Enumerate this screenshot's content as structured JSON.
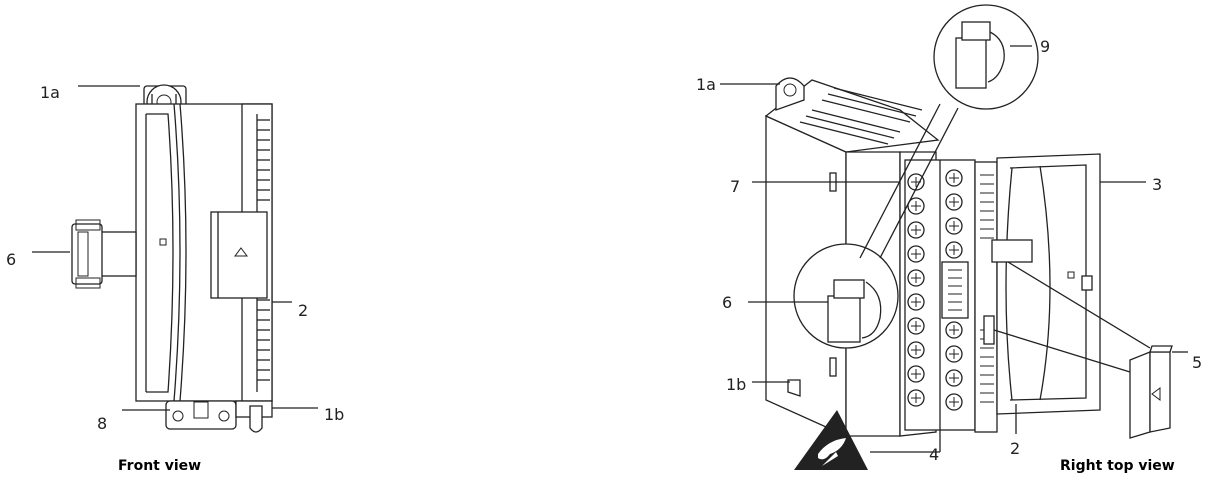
{
  "front_view": {
    "caption": "Front view",
    "callouts": {
      "c1a": "1a",
      "c1b": "1b",
      "c2": "2",
      "c6": "6",
      "c8": "8"
    }
  },
  "top_view": {
    "caption": "Right top view",
    "callouts": {
      "c1a": "1a",
      "c1b": "1b",
      "c2": "2",
      "c3": "3",
      "c4": "4",
      "c5": "5",
      "c6": "6",
      "c7": "7",
      "c9": "9"
    }
  },
  "icons": [
    "esd-warning-icon"
  ]
}
